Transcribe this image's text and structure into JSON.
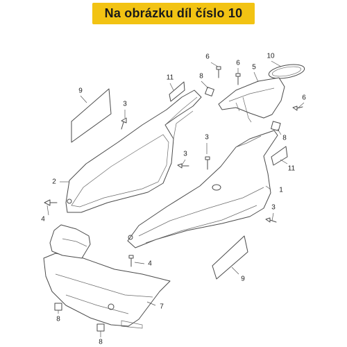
{
  "banner": {
    "title": "Na obrázku díl číslo 10"
  },
  "callouts": {
    "c1": "1",
    "c2": "2",
    "c3a": "3",
    "c3b": "3",
    "c3c": "3",
    "c3d": "3",
    "c4a": "4",
    "c4b": "4",
    "c5": "5",
    "c6a": "6",
    "c6b": "6",
    "c6c": "6",
    "c7": "7",
    "c8a": "8",
    "c8b": "8",
    "c8c": "8",
    "c8d": "8",
    "c9a": "9",
    "c9b": "9",
    "c10": "10",
    "c11a": "11",
    "c11b": "11"
  },
  "colors": {
    "banner": "#f2c313",
    "line": "#4a4a4a"
  }
}
